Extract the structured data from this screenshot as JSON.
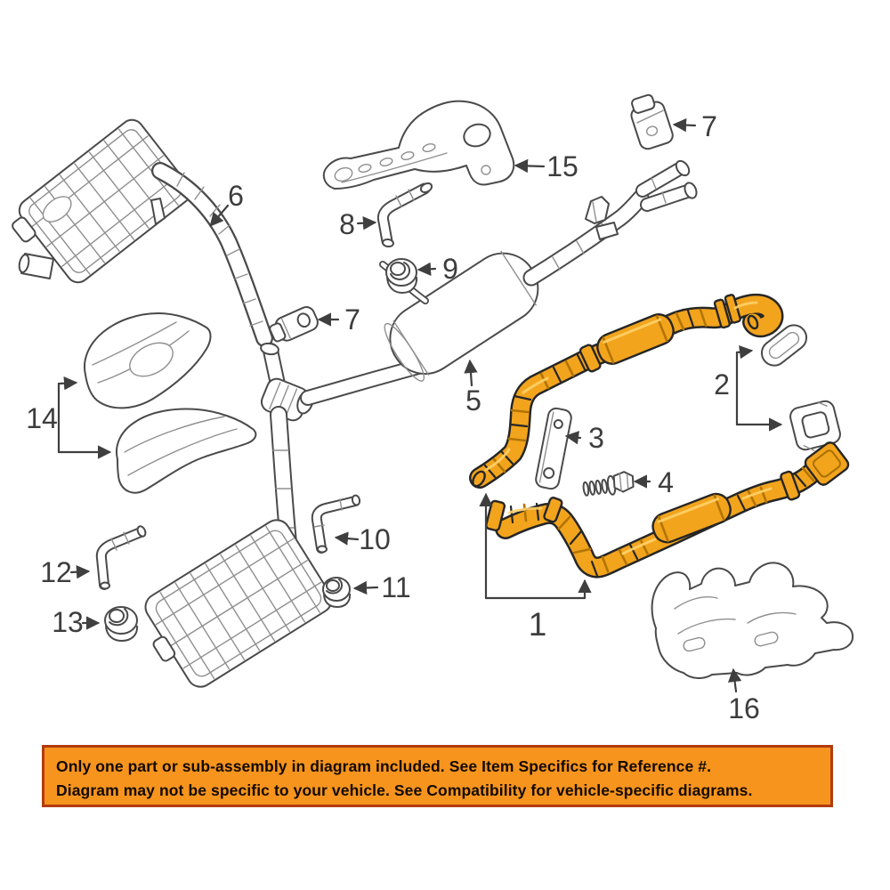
{
  "diagram": {
    "description_note": "exhaust system exploded parts diagram",
    "highlight_color": "#f2a41d",
    "line_color": "#4a4a4a",
    "highlighted_callout": "1",
    "callouts": [
      {
        "label": "1"
      },
      {
        "label": "2"
      },
      {
        "label": "3"
      },
      {
        "label": "4"
      },
      {
        "label": "5"
      },
      {
        "label": "6"
      },
      {
        "label": "7"
      },
      {
        "label": "7"
      },
      {
        "label": "8"
      },
      {
        "label": "9"
      },
      {
        "label": "10"
      },
      {
        "label": "11"
      },
      {
        "label": "12"
      },
      {
        "label": "13"
      },
      {
        "label": "14"
      },
      {
        "label": "15"
      },
      {
        "label": "16"
      }
    ]
  },
  "banner": {
    "line1": "Only one part or sub-assembly in diagram included. See Item Specifics for Reference #.",
    "line2": "Diagram may not be specific to your vehicle. See Compatibility for vehicle-specific diagrams.",
    "background": "#f7941e",
    "border_color": "#b23b10",
    "text_color": "#120a00"
  }
}
